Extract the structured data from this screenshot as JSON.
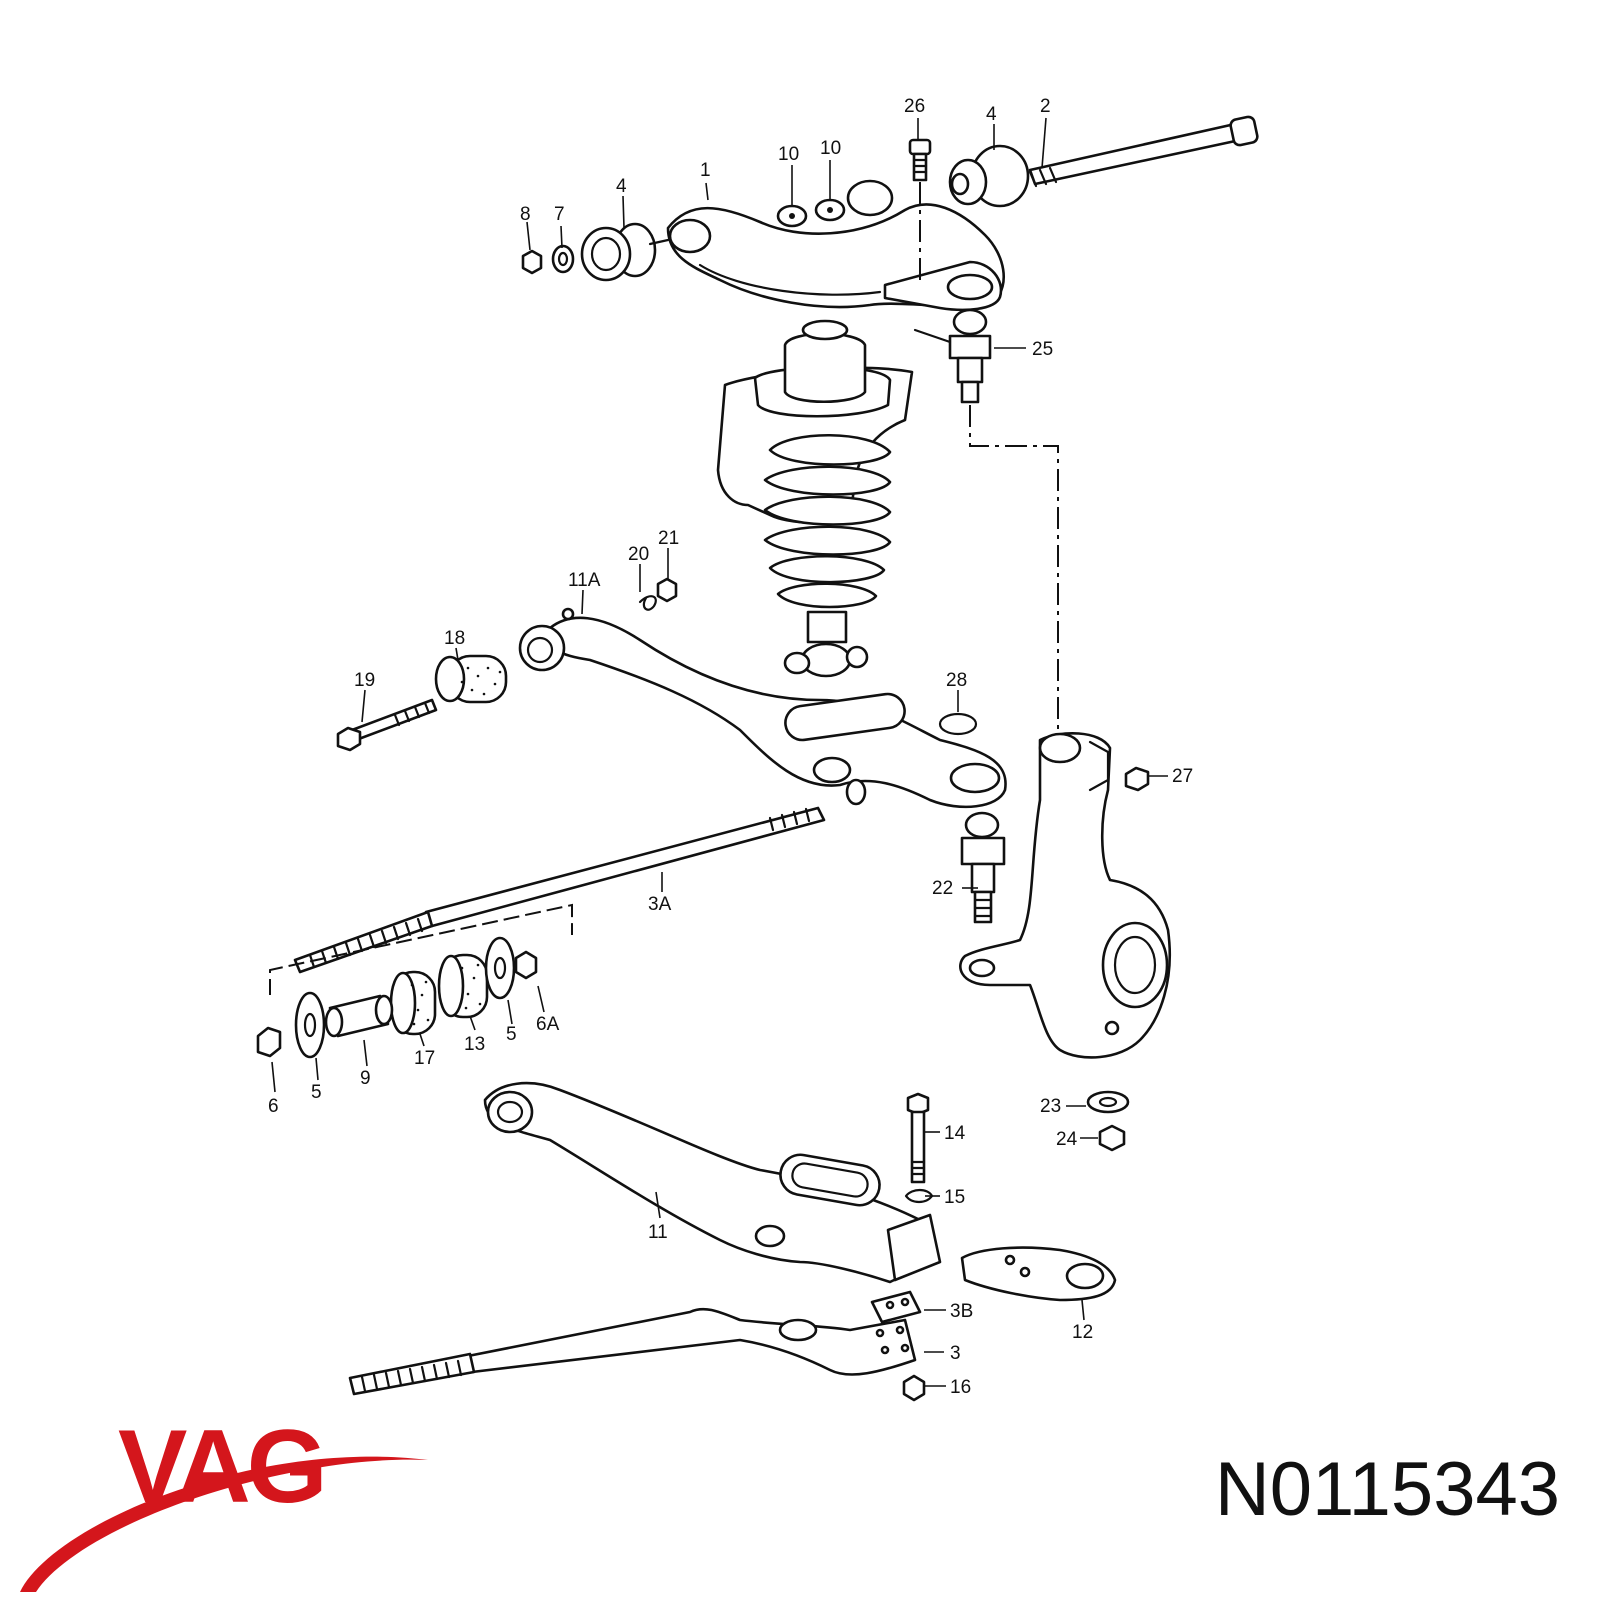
{
  "callouts": {
    "c1": "1",
    "c2": "2",
    "c3": "3",
    "c3A": "3A",
    "c3B": "3B",
    "c4a": "4",
    "c4b": "4",
    "c5a": "5",
    "c5b": "5",
    "c6": "6",
    "c6A": "6A",
    "c7": "7",
    "c8": "8",
    "c9": "9",
    "c10a": "10",
    "c10b": "10",
    "c11": "11",
    "c11A": "11A",
    "c12": "12",
    "c13": "13",
    "c14": "14",
    "c15": "15",
    "c16": "16",
    "c17": "17",
    "c18": "18",
    "c19": "19",
    "c20": "20",
    "c21": "21",
    "c22": "22",
    "c23": "23",
    "c24": "24",
    "c25": "25",
    "c26": "26",
    "c27": "27",
    "c28": "28"
  },
  "brand": {
    "logo_text": "VAG",
    "logo_color": "#d4161c"
  },
  "part_number": "N0115343"
}
